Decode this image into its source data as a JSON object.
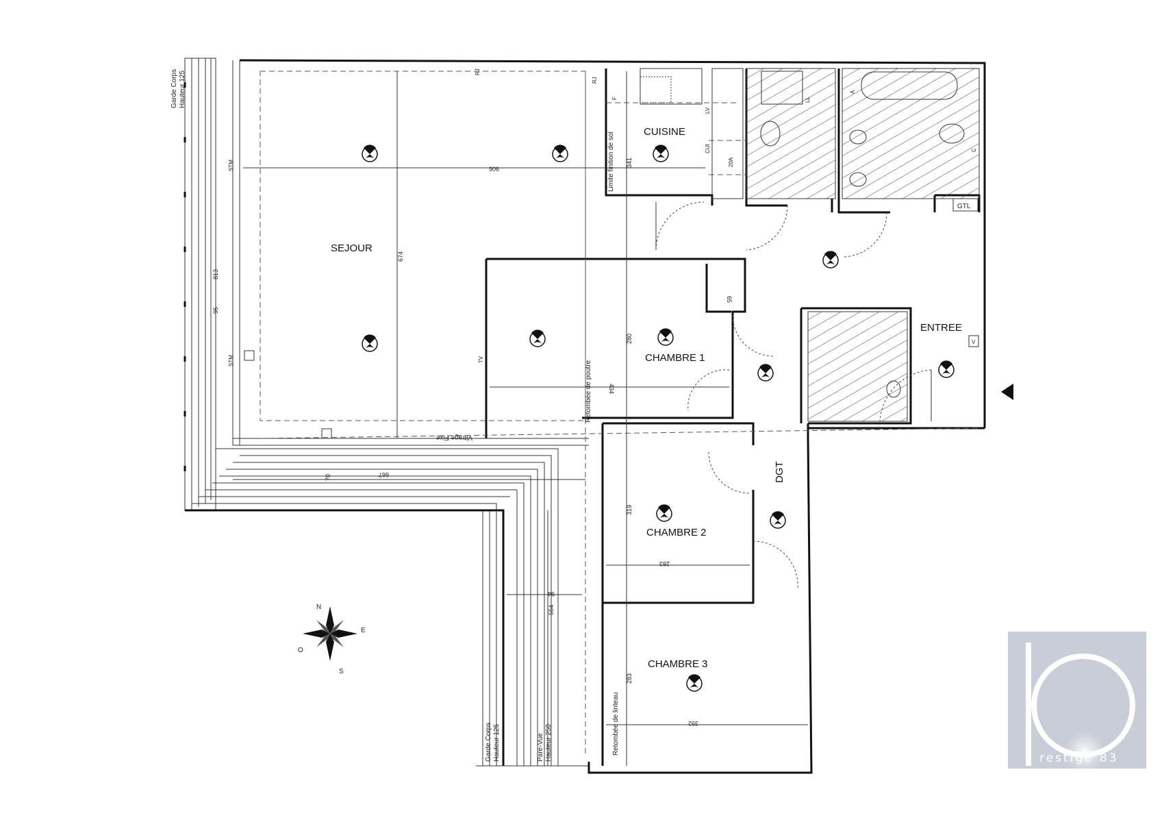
{
  "rooms": {
    "sejour": "SEJOUR",
    "cuisine": "CUISINE",
    "chambre1": "CHAMBRE 1",
    "chambre2": "CHAMBRE 2",
    "chambre3": "CHAMBRE 3",
    "dgt": "DGT",
    "entree": "ENTREE",
    "gtl": "GTL"
  },
  "dimensions": {
    "d906": "906",
    "d674": "674",
    "d341": "341",
    "d813": "813",
    "d95": "95",
    "d434": "434",
    "d280": "280",
    "d65": "65",
    "d667": "667",
    "d70": "70",
    "d319": "319",
    "d283a": "283",
    "d554": "554",
    "d94": "94",
    "d283b": "283",
    "d392": "392"
  },
  "annotations": {
    "garde_corps_1": "Garde Corps",
    "hauteur_125_1": "Hauteur 125",
    "garde_corps_2": "Garde Corps",
    "hauteur_125_2": "Hauteur 125",
    "pare_vue": "Pare-Vue",
    "hauteur_250": "Hauteur 250",
    "vitrage_fixe": "Vitrage Fixe",
    "limite_finition": "Limite finition de sol",
    "retombee_poutre": "Retombée de poutre",
    "retombee_linteau": "Retombée de linteau"
  },
  "symbols": {
    "lv": "LV",
    "cui": "CUI",
    "ll": "LL",
    "f": "F",
    "a": "A",
    "c": "C",
    "v": "V",
    "rj": "RJ",
    "tv": "TV",
    "stm": "STM",
    "a20": "20A"
  },
  "compass": {
    "n": "N",
    "e": "E",
    "s": "S",
    "o": "O"
  },
  "logo": {
    "letter": "p",
    "text": "restige 83",
    "bg": "#c9cdd8"
  }
}
